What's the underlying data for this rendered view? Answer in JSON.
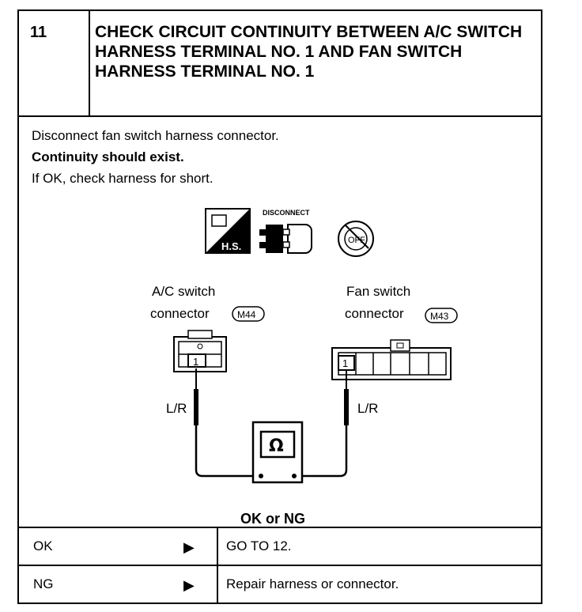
{
  "step": {
    "number": "11",
    "title": "CHECK CIRCUIT CONTINUITY BETWEEN A/C SWITCH HARNESS TERMINAL NO. 1 AND FAN SWITCH HARNESS TERMINAL NO. 1"
  },
  "instructions": [
    "Disconnect fan switch harness connector.",
    "Continuity should exist.",
    "If OK, check harness for short."
  ],
  "icons": {
    "hs_label": "H.S.",
    "disconnect_label": "DISCONNECT",
    "off_label": "OFF"
  },
  "diagram": {
    "ac_connector_label_1": "A/C switch",
    "ac_connector_label_2": "connector",
    "ac_connector_id": "M44",
    "fan_connector_label_1": "Fan switch",
    "fan_connector_label_2": "connector",
    "fan_connector_id": "M43",
    "terminal_ac": "1",
    "terminal_fan": "1",
    "wire_left": "L/R",
    "wire_right": "L/R",
    "meter_symbol": "Ω"
  },
  "result_question": "OK or NG",
  "results": [
    {
      "label": "OK",
      "action": "GO TO 12."
    },
    {
      "label": "NG",
      "action": "Repair harness or connector."
    }
  ]
}
